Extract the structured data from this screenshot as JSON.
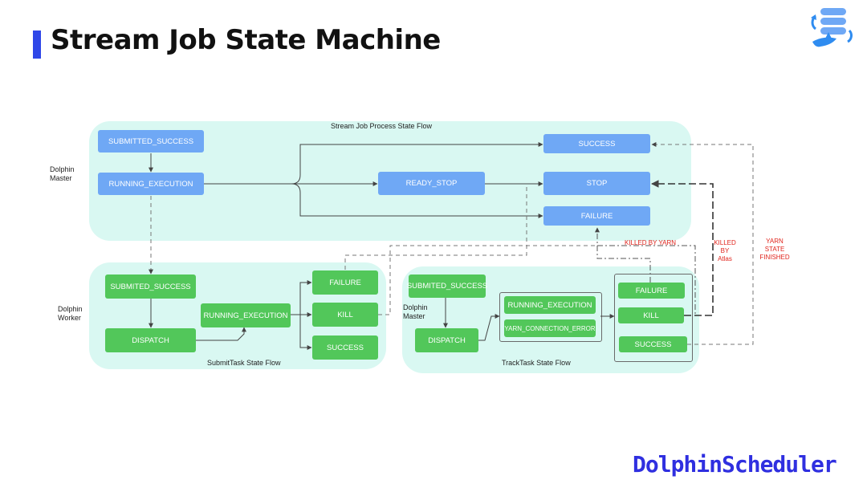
{
  "header": {
    "title": "Stream Job State Machine"
  },
  "brand": {
    "name": "DolphinScheduler"
  },
  "colors": {
    "accent": "#2f47e8",
    "panel": "#d9f8f2",
    "blue_state": "#6fa8f5",
    "green_state": "#52c75a",
    "red_label": "#e0241c"
  },
  "panels": {
    "process": "Stream Job Process State Flow",
    "submit": "SubmitTask State Flow",
    "track": "TrackTask State Flow"
  },
  "roles": {
    "master": "Dolphin\nMaster",
    "worker": "Dolphin\nWorker",
    "track_master": "Dolphin\nMaster"
  },
  "process_states": {
    "submitted_success": "SUBMITTED_SUCCESS",
    "running_execution": "RUNNING_EXECUTION",
    "ready_stop": "READY_STOP",
    "success": "SUCCESS",
    "stop": "STOP",
    "failure": "FAILURE"
  },
  "submit_states": {
    "submited_success": "SUBMITED_SUCCESS",
    "dispatch": "DISPATCH",
    "running_execution": "RUNNING_EXECUTION",
    "failure": "FAILURE",
    "kill": "KILL",
    "success": "SUCCESS"
  },
  "track_states": {
    "submited_success": "SUBMITED_SUCCESS",
    "dispatch": "DISPATCH",
    "running_execution": "RUNNING_EXECUTION",
    "yarn_connection_error": "YARN_CONNECTION_ERROR",
    "failure": "FAILURE",
    "kill": "KILL",
    "success": "SUCCESS"
  },
  "edge_labels": {
    "killed_by_yarn": "KILLED BY YARN",
    "killed_by_atlas": "KILLED\nBY\nAtlas",
    "yarn_state_finished": "YARN\nSTATE\nFINISHED"
  }
}
